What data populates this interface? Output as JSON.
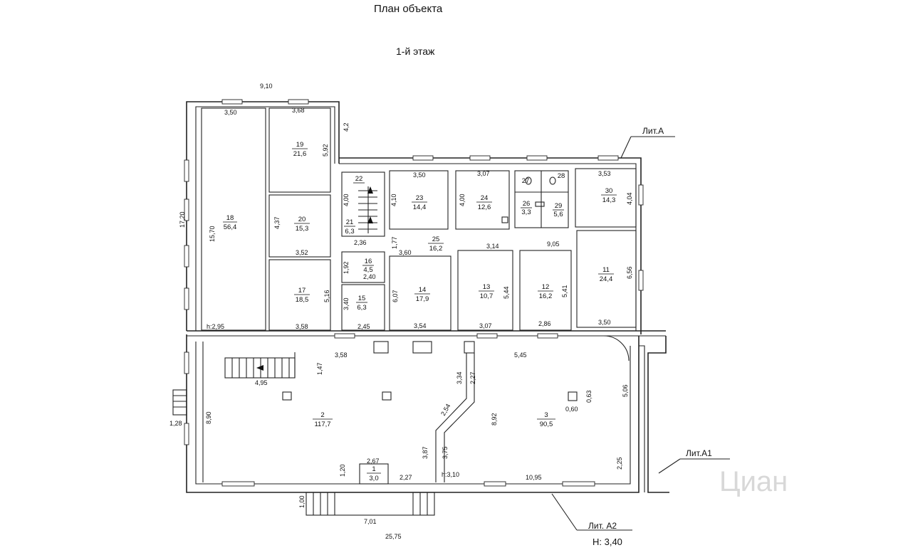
{
  "title": "План объекта",
  "floor": "1-й  этаж",
  "labels": {
    "lit_a": "Лит.А",
    "lit_a1": "Лит.А1",
    "lit_a2": "Лит. А2",
    "height_total": "Н: 3,40",
    "h1": "h:2,95",
    "h2": "h:3,10",
    "watermark": "Циан"
  },
  "rooms": [
    {
      "num": "1",
      "area": "3,0"
    },
    {
      "num": "2",
      "area": "117,7"
    },
    {
      "num": "3",
      "area": "90,5"
    },
    {
      "num": "11",
      "area": "24,4"
    },
    {
      "num": "12",
      "area": "16,2"
    },
    {
      "num": "13",
      "area": "10,7"
    },
    {
      "num": "14",
      "area": "17,9"
    },
    {
      "num": "15",
      "area": "6,3"
    },
    {
      "num": "16",
      "area": "4,5"
    },
    {
      "num": "17",
      "area": "18,5"
    },
    {
      "num": "18",
      "area": "56,4"
    },
    {
      "num": "19",
      "area": "21,6"
    },
    {
      "num": "20",
      "area": "15,3"
    },
    {
      "num": "21",
      "area": "6,3"
    },
    {
      "num": "22",
      "area": ""
    },
    {
      "num": "23",
      "area": "14,4"
    },
    {
      "num": "24",
      "area": "12,6"
    },
    {
      "num": "25",
      "area": "16,2"
    },
    {
      "num": "26",
      "area": "3,3"
    },
    {
      "num": "27",
      "area": ""
    },
    {
      "num": "28",
      "area": ""
    },
    {
      "num": "29",
      "area": "5,6"
    },
    {
      "num": "30",
      "area": "14,3"
    }
  ],
  "dimensions": [
    "9,10",
    "3,50",
    "3,68",
    "4,2",
    "5,92",
    "17,20",
    "15,70",
    "4,37",
    "3,52",
    "5,16",
    "3,58",
    "2,95",
    "4,00",
    "4,10",
    "3,50",
    "3,07",
    "4,00",
    "3,53",
    "4,04",
    "1,77",
    "2,36",
    "1,92",
    "2,40",
    "3,40",
    "2,45",
    "3,60",
    "6,07",
    "3,14",
    "3,54",
    "5,44",
    "3,07",
    "9,05",
    "5,41",
    "2,86",
    "6,56",
    "3,50",
    "3,58",
    "1,47",
    "4,95",
    "3,34",
    "2,27",
    "5,45",
    "5,06",
    "8,92",
    "0,63",
    "0,60",
    "2,54",
    "3,87",
    "3,75",
    "2,67",
    "1,20",
    "2,27",
    "10,95",
    "2,25",
    "8,90",
    "1,28",
    "1,00",
    "7,01",
    "25,75"
  ]
}
